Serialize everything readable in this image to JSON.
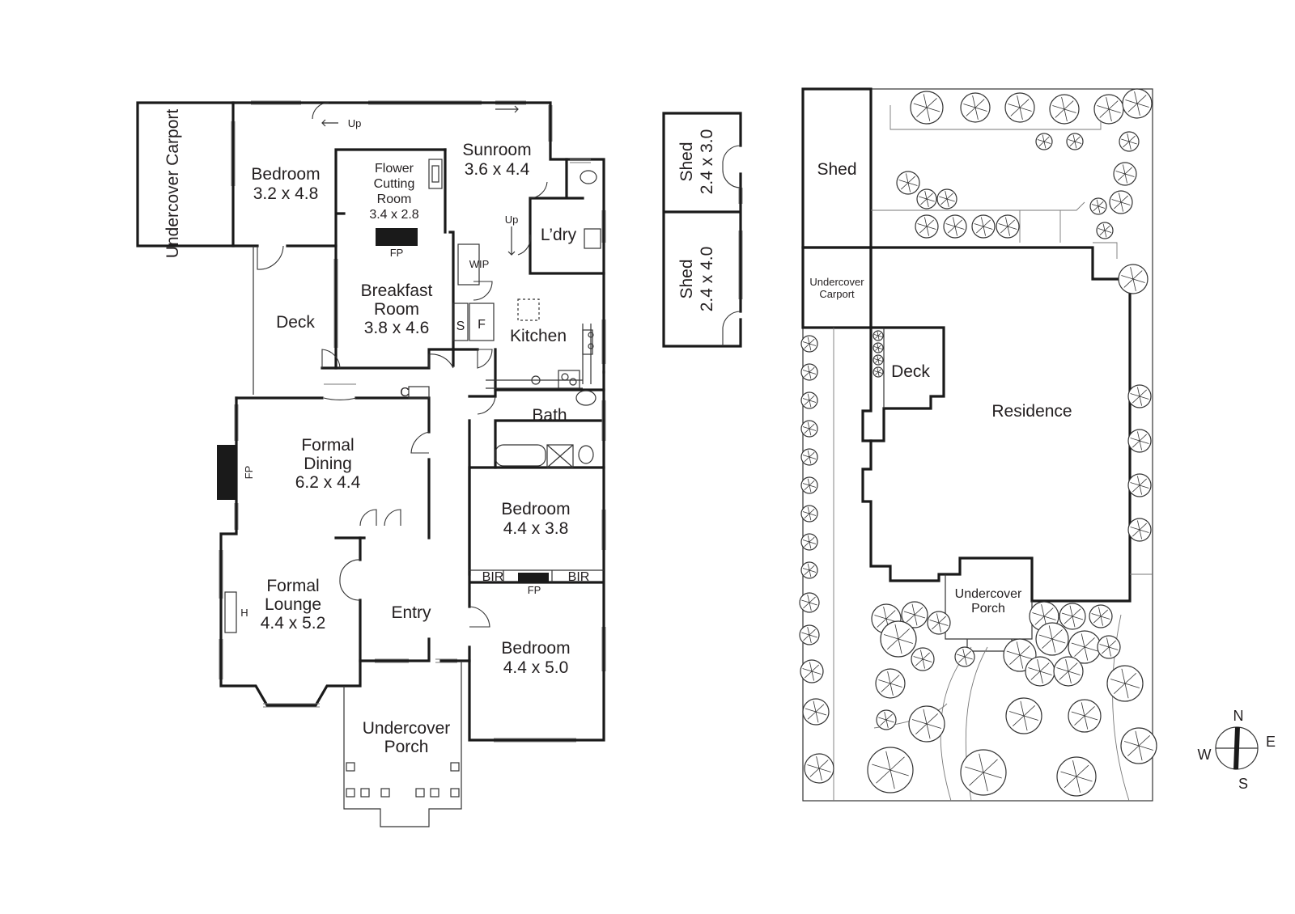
{
  "floor_plan": {
    "rooms": {
      "undercover_carport": {
        "name": "Undercover Carport"
      },
      "bedroom_1": {
        "name": "Bedroom",
        "size": "3.2 x 4.8"
      },
      "flower_cutting_room": {
        "name_line1": "Flower",
        "name_line2": "Cutting",
        "name_line3": "Room",
        "size": "3.4 x 2.8"
      },
      "sunroom": {
        "name": "Sunroom",
        "size": "3.6 x 4.4"
      },
      "laundry": {
        "name": "L’dry"
      },
      "breakfast_room": {
        "name_line1": "Breakfast",
        "name_line2": "Room",
        "size": "3.8 x 4.6"
      },
      "deck": {
        "name": "Deck"
      },
      "wip": {
        "name": "WIP"
      },
      "kitchen": {
        "name": "Kitchen"
      },
      "bath": {
        "name": "Bath"
      },
      "formal_dining": {
        "name_line1": "Formal",
        "name_line2": "Dining",
        "size": "6.2 x 4.4"
      },
      "bedroom_2": {
        "name": "Bedroom",
        "size": "4.4 x 3.8"
      },
      "formal_lounge": {
        "name_line1": "Formal",
        "name_line2": "Lounge",
        "size": "4.4 x 5.2"
      },
      "entry": {
        "name": "Entry"
      },
      "bedroom_3": {
        "name": "Bedroom",
        "size": "4.4 x 5.0"
      },
      "undercover_porch": {
        "name_line1": "Undercover",
        "name_line2": "Porch"
      }
    },
    "markers": {
      "fireplace": "FP",
      "linen_c": "C",
      "storage_s": "S",
      "fridge_f": "F",
      "bir": "BIR",
      "heater_h": "H",
      "stairs_up": "Up"
    }
  },
  "sheds": {
    "shed_1": {
      "name": "Shed",
      "size": "2.4 x 3.0"
    },
    "shed_2": {
      "name": "Shed",
      "size": "2.4 x 4.0"
    }
  },
  "site_plan": {
    "shed": "Shed",
    "undercover_carport_line1": "Undercover",
    "undercover_carport_line2": "Carport",
    "deck": "Deck",
    "residence": "Residence",
    "undercover_porch_line1": "Undercover",
    "undercover_porch_line2": "Porch"
  },
  "compass": {
    "n": "N",
    "s": "S",
    "e": "E",
    "w": "W"
  }
}
